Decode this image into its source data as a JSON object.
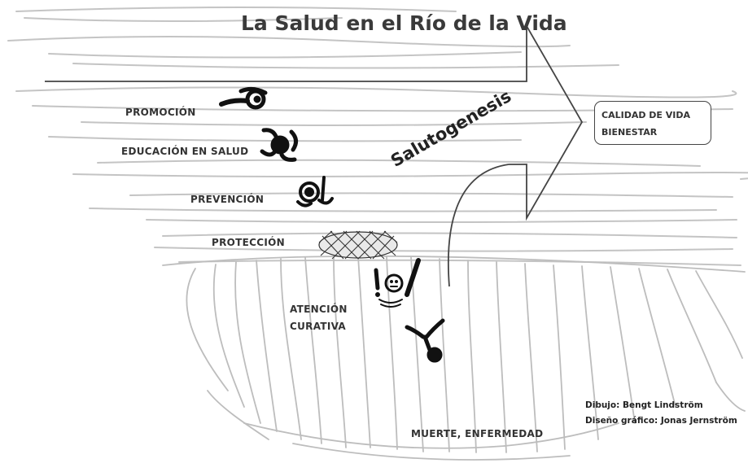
{
  "diagram": {
    "title": "La Salud en el Río de la Vida",
    "levels": {
      "promocion": "PROMOCIÓN",
      "educacion": "EDUCACIÓN EN SALUD",
      "prevencion": "PREVENCIÓN",
      "proteccion": "PROTECCIÓN",
      "atencion_line1": "ATENCIÓN",
      "atencion_line2": "CURATIVA",
      "muerte": "MUERTE, ENFERMEDAD"
    },
    "arrow_label": "Salutogenesis",
    "outcome": {
      "line1": "CALIDAD DE VIDA",
      "line2": "BIENESTAR"
    },
    "credits": {
      "drawing": "Dibujo: Bengt Lindström",
      "design": "Diseño gráfico: Jonas Jernström"
    }
  }
}
